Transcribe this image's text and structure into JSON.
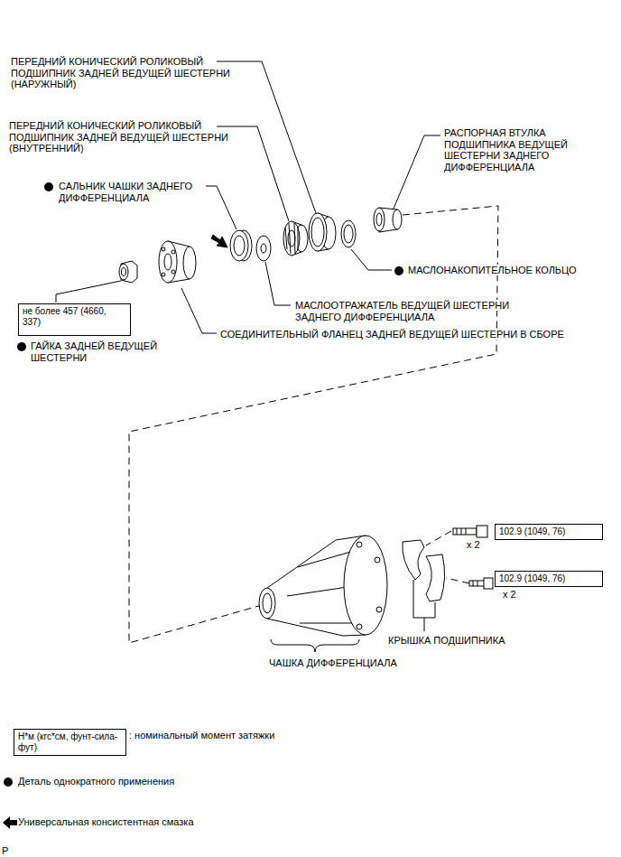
{
  "diagram": {
    "nodes": [
      {
        "text": [
          "не более 457 (4660, 337)"
        ]
      },
      {
        "text": [
          "102.9 (1049, 76)"
        ]
      },
      {
        "text": [
          "102.9 (1049, 76)"
        ]
      },
      {
        "text": [
          "Н*м (кгс*см, фунт-сила-фут)"
        ]
      }
    ],
    "labels": [
      "ПЕРЕДНИЙ КОНИЧЕСКИЙ РОЛИКОВЫЙ ПОДШИПНИК ЗАДНЕЙ ВЕДУЩЕЙ ШЕСТЕРНИ (НАРУЖНЫЙ)",
      "ПЕРЕДНИЙ КОНИЧЕСКИЙ РОЛИКОВЫЙ ПОДШИПНИК ЗАДНЕЙ ВЕДУЩЕЙ ШЕСТЕРНИ (ВНУТРЕННИЙ)",
      "РАСПОРНАЯ ВТУЛКА ПОДШИПНИКА ВЕДУЩЕЙ ШЕСТЕРНИ ЗАДНЕГО ДИФФЕРЕНЦИАЛА",
      "САЛЬНИК ЧАШКИ ЗАДНЕГО ДИФФЕРЕНЦИАЛА",
      "МАСЛОНАКОПИТЕЛЬНОЕ КОЛЬЦО",
      "МАСЛООТРАЖАТЕЛЬ ВЕДУЩЕЙ ШЕСТЕРНИ ЗАДНЕГО ДИФФЕРЕНЦИАЛА",
      "СОЕДИНИТЕЛЬНЫЙ ФЛАНЕЦ ЗАДНЕЙ ВЕДУЩЕЙ ШЕСТЕРНИ В СБОРЕ",
      "ГАЙКА ЗАДНЕЙ ВЕДУЩЕЙ ШЕСТЕРНИ",
      "x 2",
      "x 2",
      "КРЫШКА ПОДШИПНИКА",
      "ЧАШКА ДИФФЕРЕНЦИАЛА",
      "P"
    ],
    "legend": [
      {
        "text": ": номинальный момент затяжки"
      },
      {
        "text": "Деталь однократного применения"
      },
      {
        "text": "Универсальная консистентная смазка"
      }
    ]
  }
}
